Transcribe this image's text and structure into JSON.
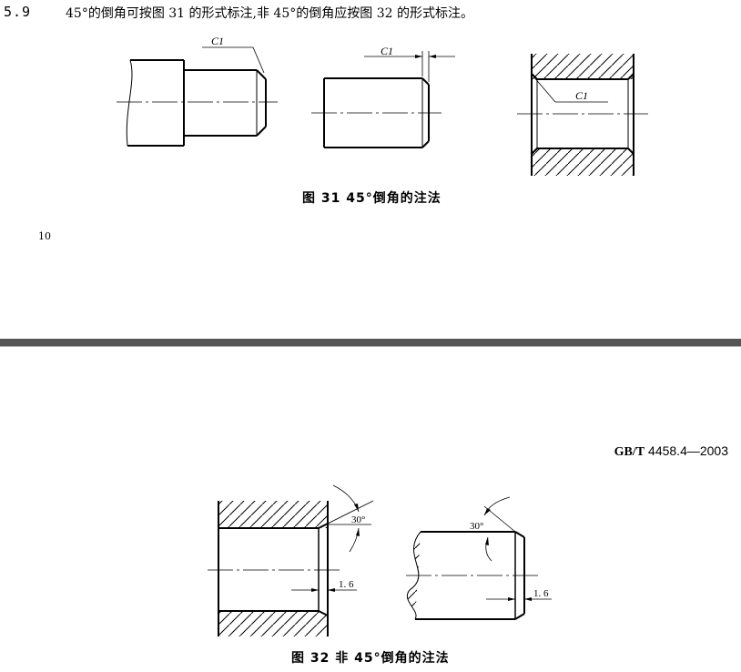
{
  "section": {
    "number": "5.9",
    "text": "45°的倒角可按图 31 的形式标注,非 45°的倒角应按图 32 的形式标注。"
  },
  "figure31": {
    "caption": "图 31   45°倒角的注法",
    "labels": [
      "C1",
      "C1",
      "C1"
    ]
  },
  "page_number": "10",
  "header": {
    "standard_prefix": "GB/T",
    "standard_number": " 4458.4—2003"
  },
  "figure32": {
    "caption": "图 32   非 45°倒角的注法",
    "angle_labels": [
      "30°",
      "30°"
    ],
    "dim_labels": [
      "1. 6",
      "1. 6"
    ]
  }
}
